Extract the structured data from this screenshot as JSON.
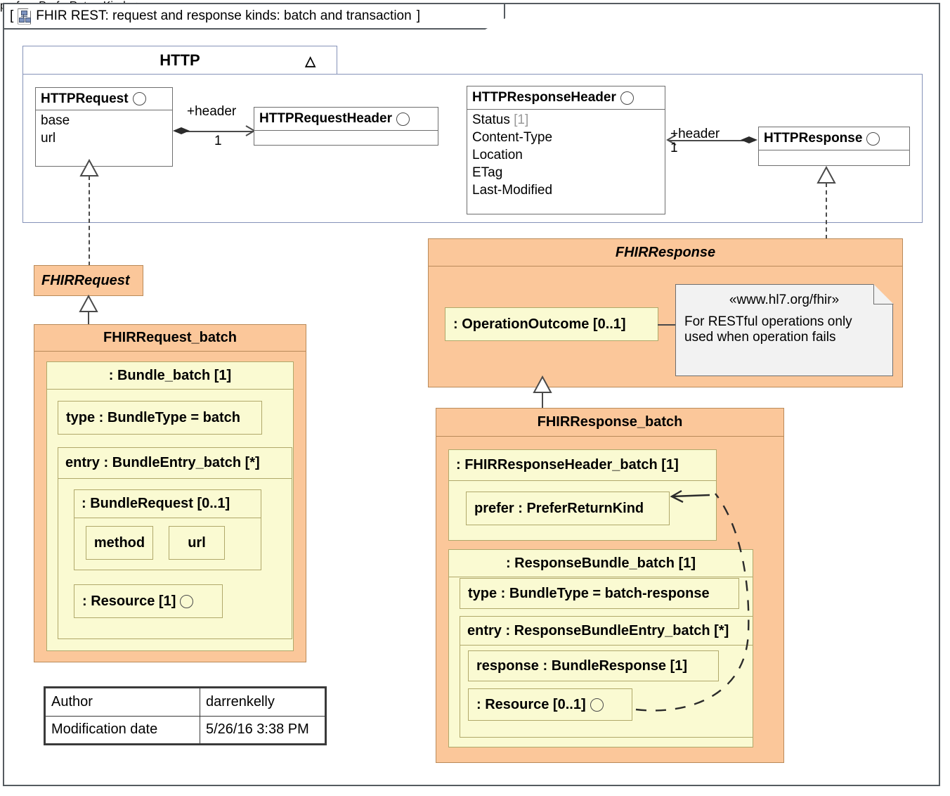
{
  "frame": {
    "title": "FHIR REST: request and response kinds: batch and transaction",
    "bracket_open": "[",
    "bracket_close": "]",
    "icon": "diagram-doc-icon"
  },
  "http_package": {
    "name": "HTTP",
    "tri_glyph": "△",
    "classes": {
      "http_request": {
        "name": "HTTPRequest",
        "attributes": [
          "base",
          "url"
        ]
      },
      "http_request_header": {
        "name": "HTTPRequestHeader",
        "attributes": []
      },
      "http_response_header": {
        "name": "HTTPResponseHeader",
        "attributes": [
          "Status",
          "Content-Type",
          "Location",
          "ETag",
          "Last-Modified"
        ],
        "status_mult": "[1]"
      },
      "http_response": {
        "name": "HTTPResponse",
        "attributes": []
      }
    },
    "associations": [
      {
        "role": "+header",
        "mult": "1",
        "from": "HTTPRequest",
        "to": "HTTPRequestHeader"
      },
      {
        "role": "+header",
        "mult": "1",
        "from": "HTTPResponse",
        "to": "HTTPResponseHeader"
      }
    ]
  },
  "fhir_request": {
    "name": "FHIRRequest"
  },
  "fhir_request_batch": {
    "name": "FHIRRequest_batch",
    "bundle": {
      "title": ": Bundle_batch [1]",
      "type_prop": "type : BundleType = batch",
      "entry": {
        "title": "entry : BundleEntry_batch [*]",
        "bundle_request": {
          "title": ": BundleRequest [0..1]",
          "fields": [
            "method",
            "url"
          ]
        },
        "resource": ": Resource [1]"
      }
    }
  },
  "fhir_response": {
    "name": "FHIRResponse",
    "operation_outcome": ": OperationOutcome [0..1]",
    "note": {
      "stereotype": "«www.hl7.org/fhir»",
      "line1": "For RESTful operations only",
      "line2": "used when operation fails"
    }
  },
  "fhir_response_batch": {
    "name": "FHIRResponse_batch",
    "header": {
      "title": ": FHIRResponseHeader_batch [1]",
      "prefer": "prefer : PreferReturnKind"
    },
    "bundle": {
      "title": ": ResponseBundle_batch [1]",
      "type_prop": "type : BundleType = batch-response",
      "entry": {
        "title": "entry : ResponseBundleEntry_batch [*]",
        "response": "response : BundleResponse [1]",
        "resource": ": Resource [0..1]"
      }
    }
  },
  "meta_table": {
    "rows": [
      {
        "label": "Author",
        "value": "darrenkelly"
      },
      {
        "label": "Modification date",
        "value": "5/26/16 3:38 PM"
      }
    ]
  },
  "colors": {
    "orange_fill": "#fbc79a",
    "orange_border": "#b98a5a",
    "yellow_fill": "#fafad2",
    "yellow_border": "#b0a86a",
    "package_border": "#8592b8",
    "note_fill": "#f2f2f2",
    "line": "#4a4a4a"
  }
}
